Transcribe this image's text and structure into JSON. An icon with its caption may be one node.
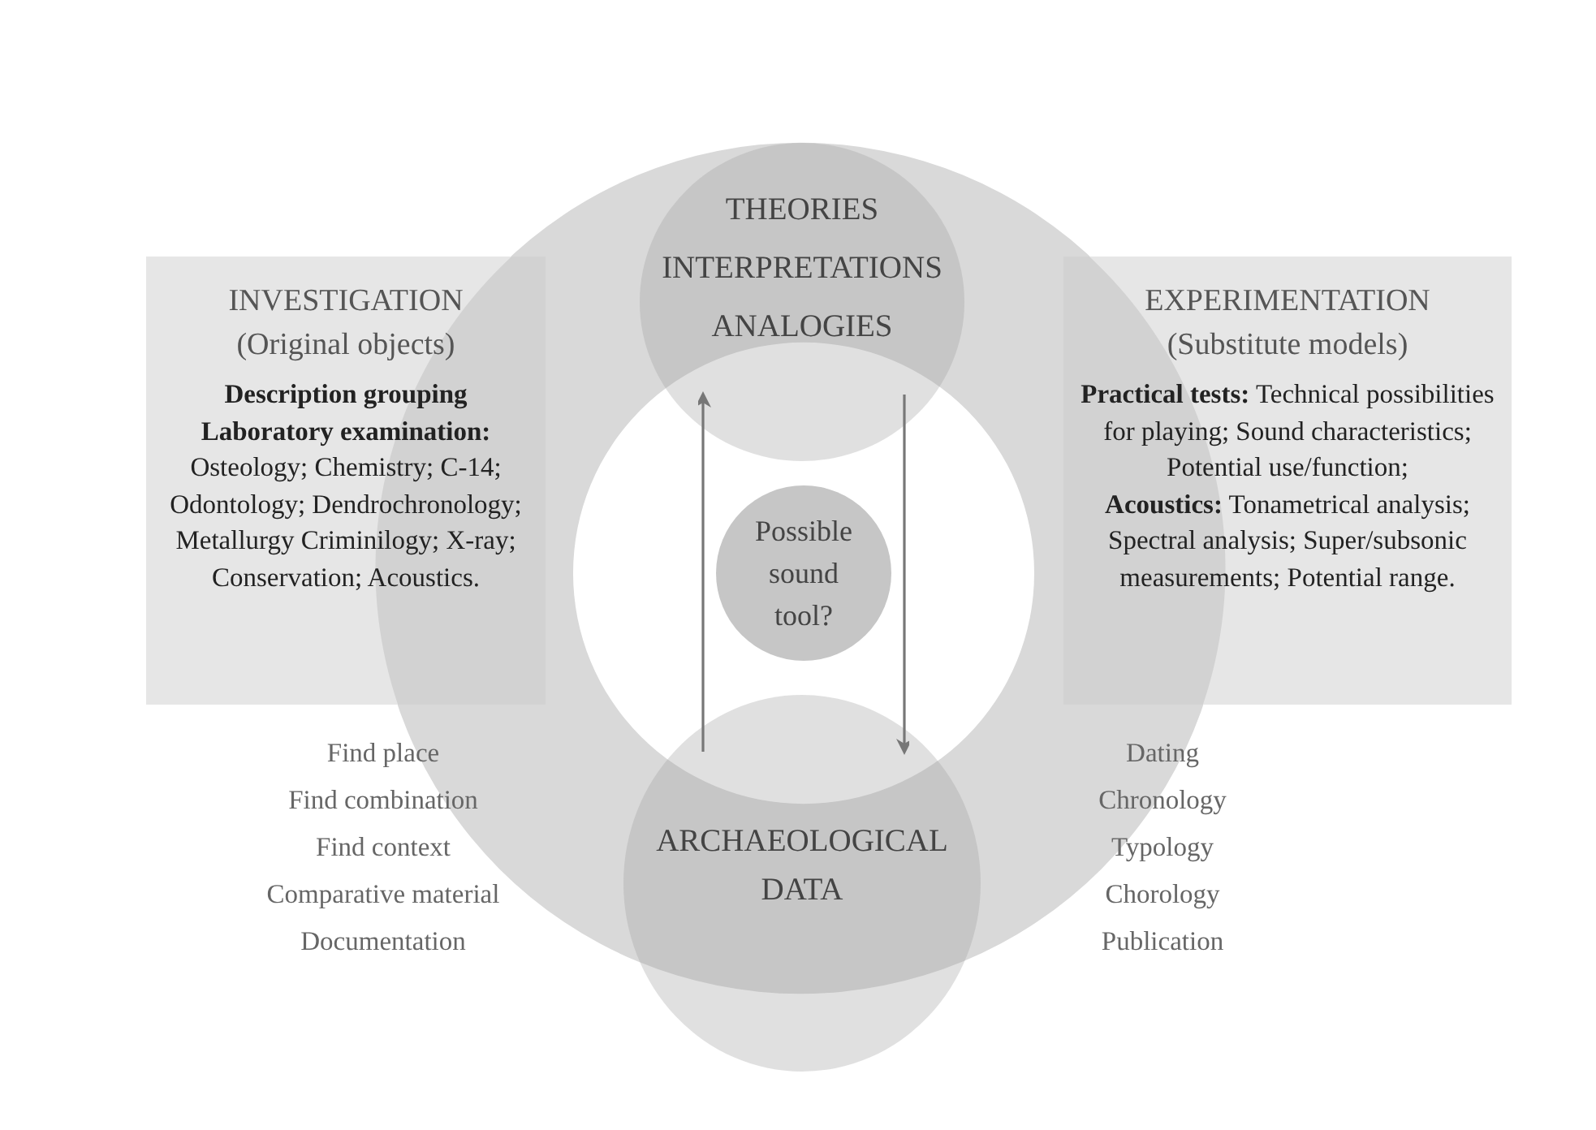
{
  "diagram": {
    "nodes": [
      {
        "text": [
          "INVESTIGATION",
          "(Original objects)",
          "**Description grouping**",
          "**Laboratory examination:** Osteology; Chemistry; C-14; Odontology; Dendrochronology; Metallurgy Criminilogy; X-ray; Conservation; Acoustics."
        ]
      },
      {
        "text": [
          "THEORIES INTERPRETATIONS ANALOGIES"
        ]
      },
      {
        "text": [
          "EXPERIMENTATION",
          "(Substitute models)",
          "**Practical tests:** Technical possibilities for playing; Sound characteristics; Potential use/function;",
          "**Acoustics:** Tonametrical analysis; Spectral analysis; Super/subsonic measurements; Potential range."
        ]
      },
      {
        "text": [
          "Possible sound tool?"
        ]
      },
      {
        "text": [
          "ARCHAEOLOGICAL DATA"
        ]
      }
    ],
    "edges": [
      {
        "from": 4,
        "to": 1,
        "arrow": "to"
      },
      {
        "from": 1,
        "to": 4,
        "arrow": "to"
      }
    ],
    "labels": [
      "Find place",
      "Find combination",
      "Find context",
      "Comparative material",
      "Documentation",
      "Dating",
      "Chronology",
      "Typology",
      "Chorology",
      "Publication"
    ]
  }
}
